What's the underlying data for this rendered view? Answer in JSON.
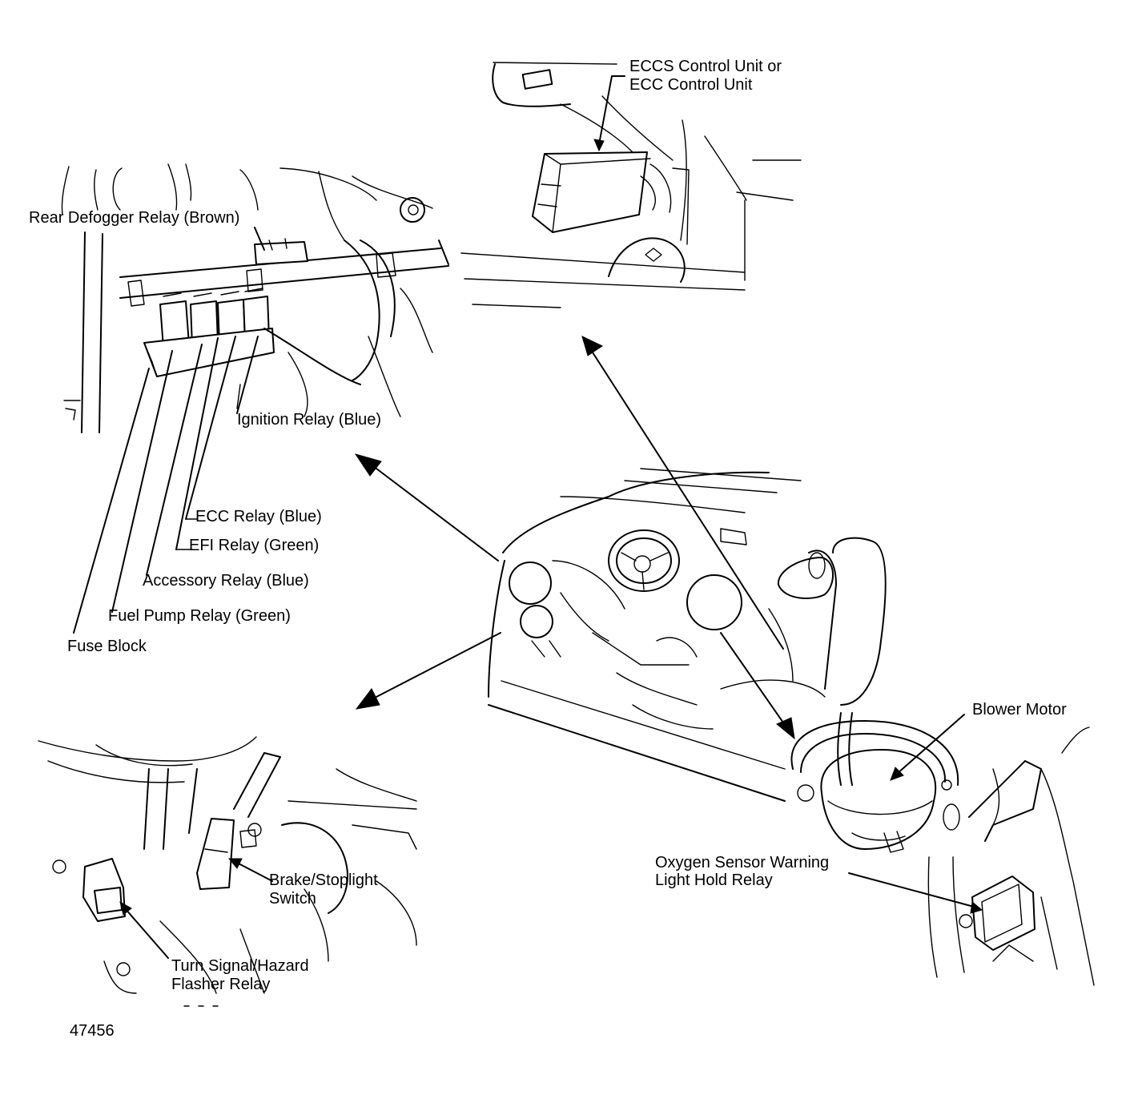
{
  "figure_id": "47456",
  "labels": {
    "eccs_unit_line1": "ECCS Control Unit or",
    "eccs_unit_line2": "ECC Control Unit",
    "rear_defogger": "Rear Defogger Relay (Brown)",
    "ignition_relay": "Ignition Relay (Blue)",
    "ecc_relay": "ECC Relay (Blue)",
    "efi_relay": "EFI Relay (Green)",
    "accessory_relay": "Accessory Relay (Blue)",
    "fuel_pump_relay": "Fuel Pump Relay (Green)",
    "fuse_block": "Fuse Block",
    "blower_motor": "Blower Motor",
    "oxygen_line1": "Oxygen Sensor Warning",
    "oxygen_line2": "Light Hold Relay",
    "brake_line1": "Brake/Stoplight",
    "brake_line2": "Switch",
    "turn_line1": "Turn Signal/Hazard",
    "turn_line2": "Flasher Relay"
  },
  "colors": {
    "ink": "#000000",
    "paper": "#ffffff"
  }
}
